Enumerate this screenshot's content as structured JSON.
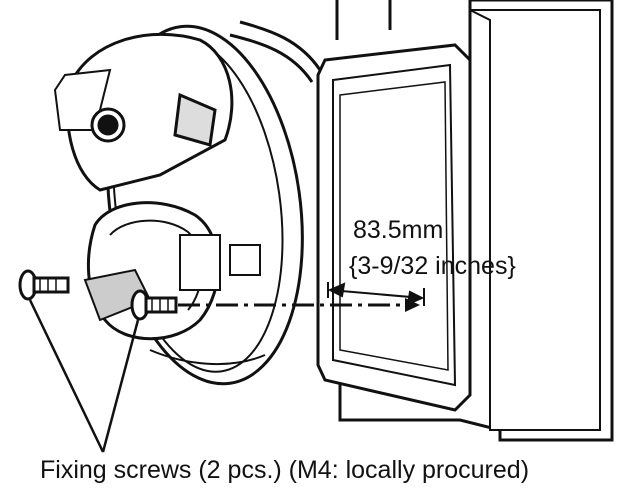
{
  "dimension": {
    "metric": "83.5mm",
    "imperial": "{3-9/32 inches}"
  },
  "caption": "Fixing screws (2 pcs.) (M4: locally procured)",
  "icons": {
    "camera": "dome-camera-base-illustration",
    "box": "junction-box-illustration",
    "screw": "screw-icon"
  }
}
